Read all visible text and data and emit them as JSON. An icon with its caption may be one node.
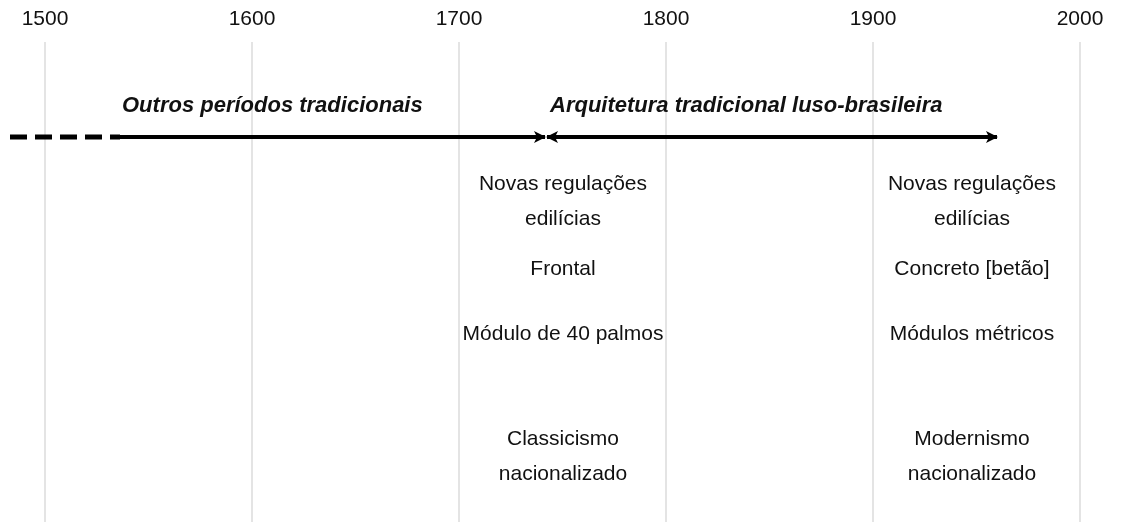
{
  "diagram": {
    "labels": [
      "1500",
      "1600",
      "1700",
      "1800",
      "1900",
      "2000",
      "Outros períodos tradicionais",
      "Arquitetura tradicional luso-brasileira",
      "Novas regulações edilícias",
      "Novas regulações edilícias",
      "Frontal",
      "Concreto [betão]",
      "Módulo de 40 palmos",
      "Módulos métricos",
      "Classicismo nacionalizado",
      "Modernismo nacionalizado"
    ]
  }
}
